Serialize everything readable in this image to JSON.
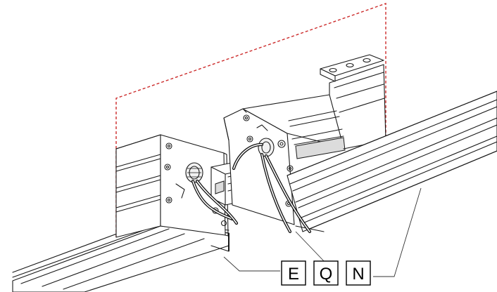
{
  "labels": {
    "e": "E",
    "q": "Q",
    "n": "N"
  },
  "colors": {
    "line": "#1a1a1a",
    "ceiling_outline": "#cc2b2b",
    "background": "#ffffff"
  }
}
